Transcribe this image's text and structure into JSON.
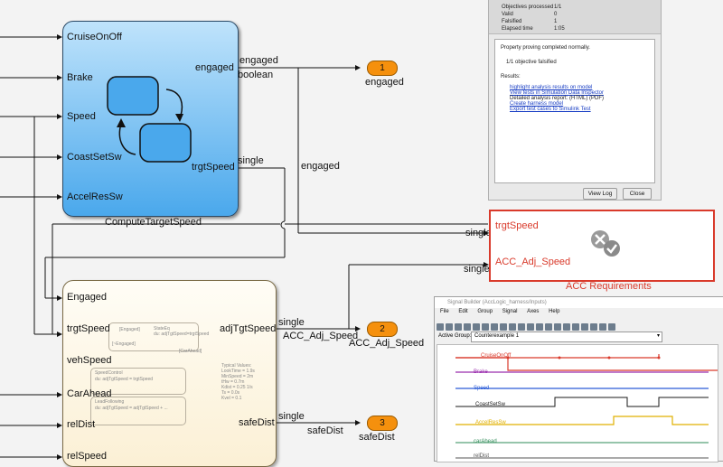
{
  "compute_block": {
    "name": "ComputeTargetSpeed",
    "inputs": [
      "CruiseOnOff",
      "Brake",
      "Speed",
      "CoastSetSw",
      "AccelResSw"
    ],
    "outputs": [
      "engaged",
      "trgtSpeed"
    ]
  },
  "logic_block": {
    "inputs": [
      "Engaged",
      "trgtSpeed",
      "vehSpeed",
      "CarAhead",
      "relDist",
      "relSpeed"
    ],
    "outputs": [
      "adjTgtSpeed",
      "safeDist"
    ],
    "inner": {
      "states_name": "StateEq",
      "states_action": "du: adjTgtSpeed=trgtSpeed",
      "engaged_guard": "[Engaged]",
      "not_engaged_guard": "[~Engaged]",
      "car_ahead_guard": "[CarAhead]",
      "speed_control": "SpeedControl",
      "speed_control_action": "du: adjTgtSpeed = trgtSpeed",
      "follow_name": "LeadFollowing",
      "follow_action": "du: adjTgtSpeed = adjTgtSpeed + ...",
      "typical_values": [
        "Typical Values:",
        "LookTime = 1.9s",
        "MinSpeed = 2m",
        "tHw = 0.7m",
        "Kdist = 0.25 1/s",
        "Ts = 0.0s",
        "Kvel = 0.1"
      ]
    }
  },
  "signals": {
    "engaged_label": "engaged",
    "engaged_type": "boolean",
    "trgt_type": "single",
    "engaged_vertical": "engaged",
    "adj_type": "single",
    "adj_name": "ACC_Adj_Speed",
    "safe_type": "single",
    "safe_name": "safeDist",
    "req_in1_type": "single",
    "req_in2_type": "single"
  },
  "outports": [
    {
      "num": "1",
      "label": "engaged"
    },
    {
      "num": "2",
      "label": "ACC_Adj_Speed"
    },
    {
      "num": "3",
      "label": "safeDist"
    }
  ],
  "requirements": {
    "port1": "trgtSpeed",
    "port2": "ACC_Adj_Speed",
    "name": "ACC Requirements"
  },
  "progress_panel": {
    "stats": [
      {
        "k": "Objectives processed",
        "v": "1/1"
      },
      {
        "k": "Valid",
        "v": "0"
      },
      {
        "k": "Falsified",
        "v": "1"
      },
      {
        "k": "Elapsed time",
        "v": "1:05"
      }
    ],
    "message": "Property proving completed normally.",
    "result_line": "1/1 objective falsified",
    "results_header": "Results:",
    "links": [
      "highlight analysis results on model",
      "View tests in Simulation Data Inspector",
      "Detailed analysis report: (HTML) (PDF)",
      "Create harness model",
      "Export test cases to Simulink Test"
    ],
    "view_log": "View Log",
    "close": "Close"
  },
  "signal_builder": {
    "title": "Signal Builder (AccLogic_harness/Inputs)",
    "menu": [
      "File",
      "Edit",
      "Group",
      "Signal",
      "Axes",
      "Help"
    ],
    "active_group_label": "Active Group:",
    "active_group_value": "Counterexample 1",
    "signals": [
      {
        "name": "CruiseOnOff",
        "color": "#d93a2b"
      },
      {
        "name": "Brake",
        "color": "#9b2fae"
      },
      {
        "name": "Speed",
        "color": "#2a5bd7"
      },
      {
        "name": "CoastSetSw",
        "color": "#1a1a1a"
      },
      {
        "name": "AccelResSw",
        "color": "#e0b000"
      },
      {
        "name": "carAhead",
        "color": "#2e8b57"
      },
      {
        "name": "relDist",
        "color": "#555555"
      }
    ]
  }
}
